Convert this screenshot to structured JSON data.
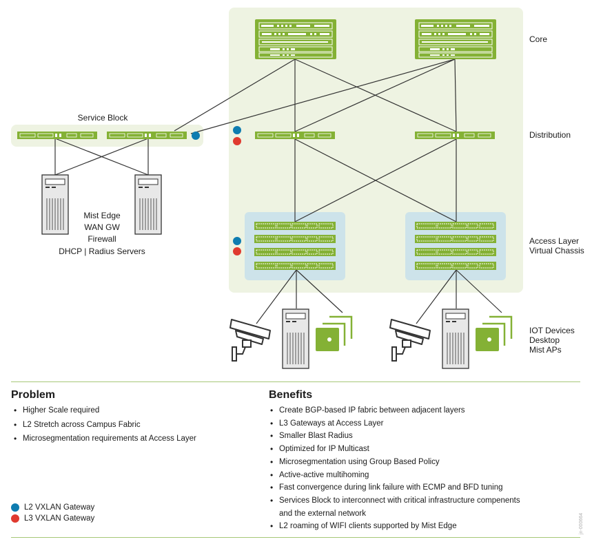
{
  "diagram": {
    "layer_labels": {
      "core": "Core",
      "distribution": "Distribution",
      "access_line1": "Access Layer",
      "access_line2": "Virtual Chassis",
      "endpoints_line1": "IOT Devices",
      "endpoints_line2": "Desktop",
      "endpoints_line3": "Mist APs"
    },
    "service_block": {
      "title": "Service Block",
      "server_lines": [
        "Mist Edge",
        "WAN GW",
        "Firewall",
        "DHCP | Radius Servers"
      ]
    }
  },
  "problem": {
    "title": "Problem",
    "items": [
      "Higher Scale required",
      "L2 Stretch across Campus Fabric",
      "Microsegmentation requirements at Access Layer"
    ]
  },
  "benefits": {
    "title": "Benefits",
    "items": [
      "Create BGP-based IP fabric between adjacent layers",
      "L3 Gateways at Access Layer",
      "Smaller Blast Radius",
      "Optimized for IP Multicast",
      "Microsegmentation using Group Based Policy",
      "Active-active multihoming",
      "Fast convergence during link failure with ECMP and BFD tuning",
      "Services Block to interconnect with critical infrastructure compenents",
      "and the external network",
      "L2 roaming of WIFI clients supported by Mist Edge"
    ]
  },
  "legend": {
    "l2": {
      "label": "L2 VXLAN Gateway",
      "color": "#0e7cb0"
    },
    "l3": {
      "label": "L3 VXLAN Gateway",
      "color": "#e03a2f"
    }
  },
  "doc_id": "jn-000664",
  "colors": {
    "switch_green": "#84b135",
    "fabric_bg": "#eef3e2",
    "access_bg": "#cde3ea",
    "device_gray": "#e8e8e8"
  }
}
